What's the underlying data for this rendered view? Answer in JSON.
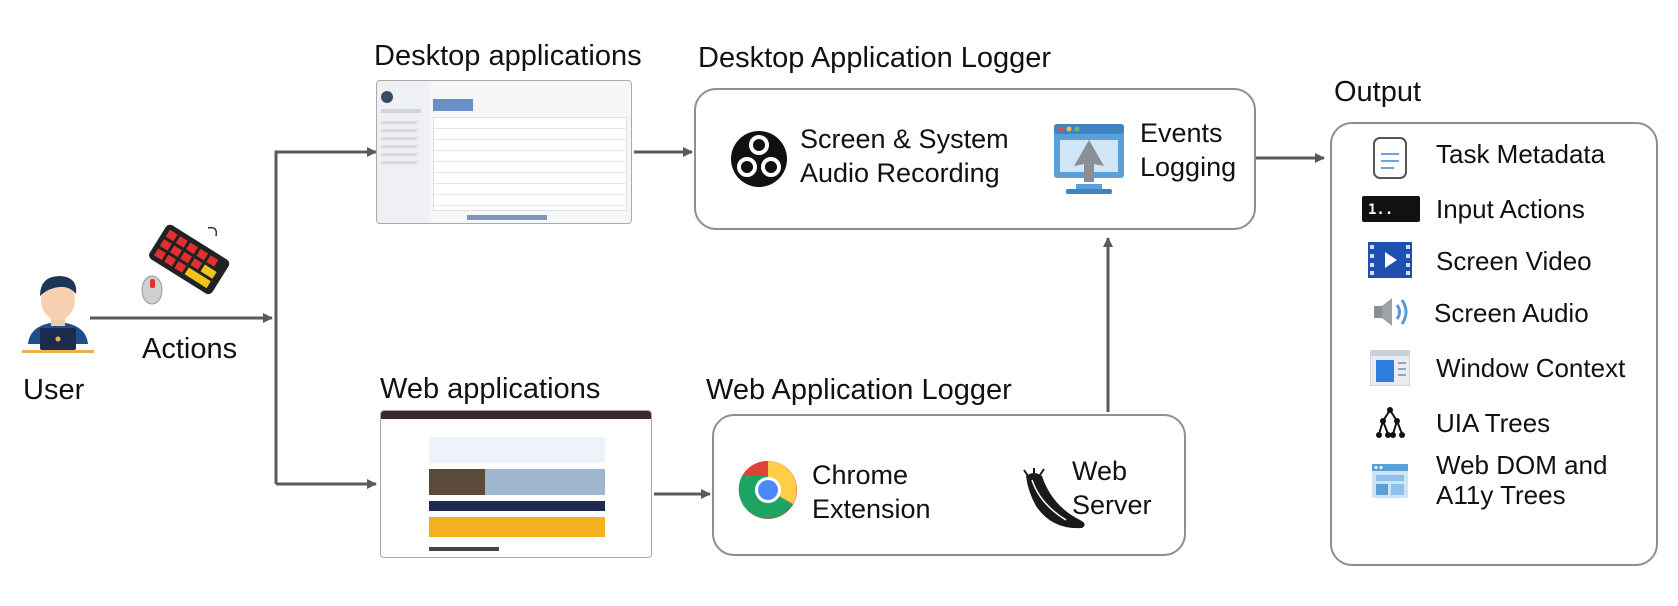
{
  "user_label": "User",
  "actions_label": "Actions",
  "desktop_apps": {
    "title": "Desktop applications"
  },
  "web_apps": {
    "title": "Web applications"
  },
  "desktop_logger": {
    "title": "Desktop Application Logger",
    "recording_label_line1": "Screen & System",
    "recording_label_line2": "Audio Recording",
    "events_label_line1": "Events",
    "events_label_line2": "Logging"
  },
  "web_logger": {
    "title": "Web Application Logger",
    "chrome_label_line1": "Chrome",
    "chrome_label_line2": "Extension",
    "server_label_line1": "Web",
    "server_label_line2": "Server"
  },
  "output": {
    "title": "Output",
    "items": [
      {
        "label": "Task Metadata",
        "icon": "document-icon"
      },
      {
        "label": "Input Actions",
        "icon": "input-actions-icon"
      },
      {
        "label": "Screen Video",
        "icon": "video-icon"
      },
      {
        "label": "Screen Audio",
        "icon": "speaker-icon"
      },
      {
        "label": "Window Context",
        "icon": "window-icon"
      },
      {
        "label": "UIA Trees",
        "icon": "tree-icon"
      },
      {
        "label": "Web DOM and",
        "label2": "A11y Trees",
        "icon": "web-dom-icon"
      }
    ]
  },
  "colors": {
    "arrow": "#5a5a5a",
    "box_border": "#8f8f8f"
  }
}
